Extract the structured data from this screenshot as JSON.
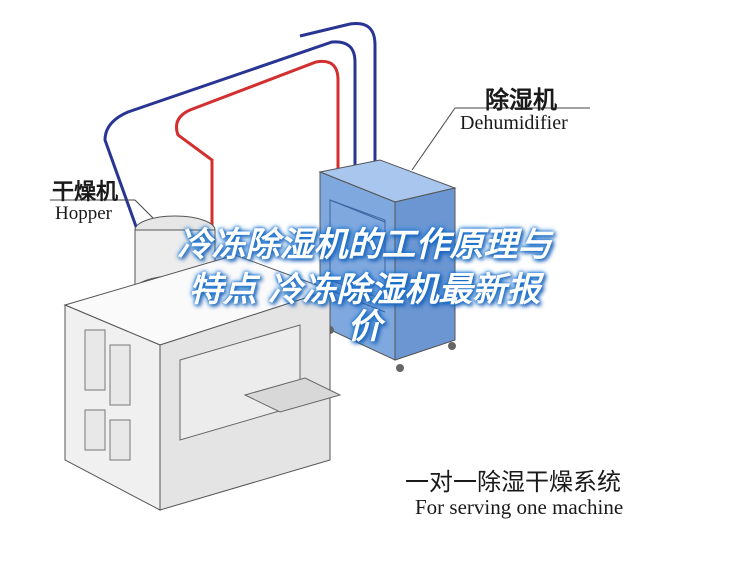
{
  "labels": {
    "dehumidifier_cn": "除湿机",
    "dehumidifier_en": "Dehumidifier",
    "hopper_cn": "干燥机",
    "hopper_en": "Hopper",
    "system_cn": "一对一除湿干燥系统",
    "system_en": "For serving one machine"
  },
  "overlay": {
    "line1": "冷冻除湿机的工作原理与",
    "line2": "特点  冷冻除湿机最新报",
    "line3": "价"
  },
  "colors": {
    "supply_pipe": "#d32f2f",
    "return_pipe": "#283593",
    "dehumidifier_body": "#7fa8de",
    "machine_body": "#f3f3f3",
    "outline": "#555555",
    "overlay_glow": "#1e88e5"
  }
}
